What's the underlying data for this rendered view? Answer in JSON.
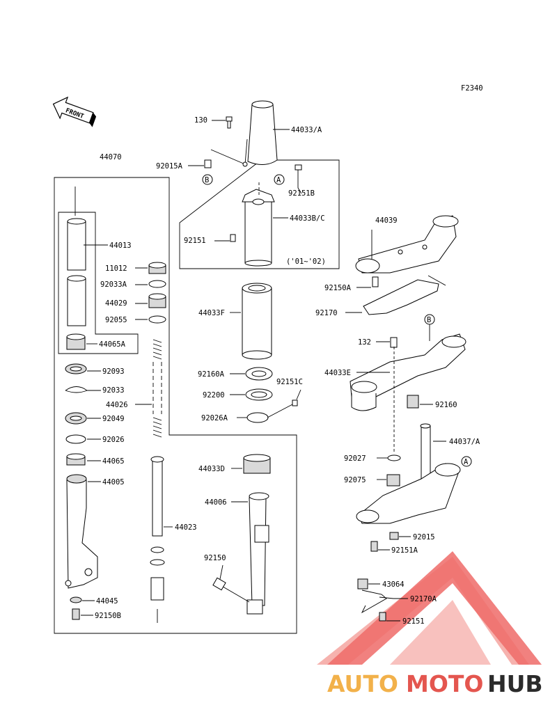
{
  "figure_code": "F2340",
  "front_arrow": "FRONT",
  "watermark": {
    "brand_auto": "AUTO",
    "brand_moto": "MOTO",
    "brand_hub": "HUB",
    "colors": {
      "triangle": "#ef6b68",
      "auto": "#f2b14a",
      "moto": "#e4564f",
      "hub": "#2b2b2b"
    }
  },
  "year_note": "('01~'02)",
  "callouts": {
    "a": "A",
    "b": "B"
  },
  "parts": {
    "p130": "130",
    "p44033A": "44033/A",
    "p92015A": "92015A",
    "p92151B": "92151B",
    "p44033BC": "44033B/C",
    "p92151": "92151",
    "p44070": "44070",
    "p44013": "44013",
    "p11012": "11012",
    "p92033A": "92033A",
    "p44029": "44029",
    "p92055": "92055",
    "p44065A": "44065A",
    "p92093": "92093",
    "p92033": "92033",
    "p44026": "44026",
    "p92049": "92049",
    "p92026": "92026",
    "p44065": "44065",
    "p44005": "44005",
    "p44045": "44045",
    "p92150B": "92150B",
    "p44033F": "44033F",
    "p92160A": "92160A",
    "p92151C": "92151C",
    "p92200": "92200",
    "p92026A": "92026A",
    "p44033D": "44033D",
    "p44006": "44006",
    "p44023": "44023",
    "p92150": "92150",
    "p44039": "44039",
    "p92150A": "92150A",
    "p92170": "92170",
    "p132": "132",
    "p44033E": "44033E",
    "p92160": "92160",
    "p44037A": "44037/A",
    "p92027": "92027",
    "p92075": "92075",
    "p92015": "92015",
    "p92151A": "92151A",
    "p43064": "43064",
    "p92170A": "92170A",
    "p92151b2": "92151"
  }
}
